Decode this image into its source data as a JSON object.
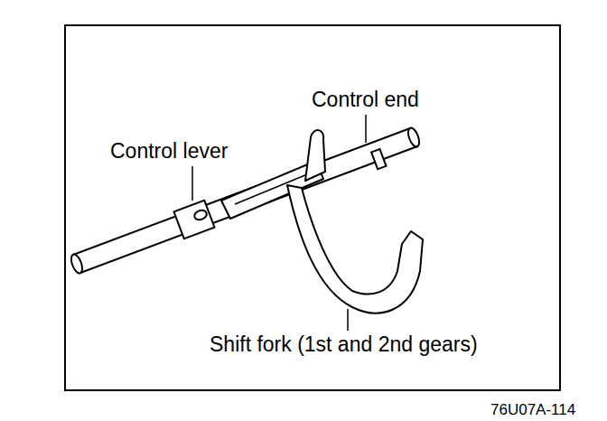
{
  "diagram": {
    "labels": [
      "Control end",
      "Control lever",
      "Shift fork (1st and 2nd gears)",
      "76U07A-114"
    ]
  }
}
